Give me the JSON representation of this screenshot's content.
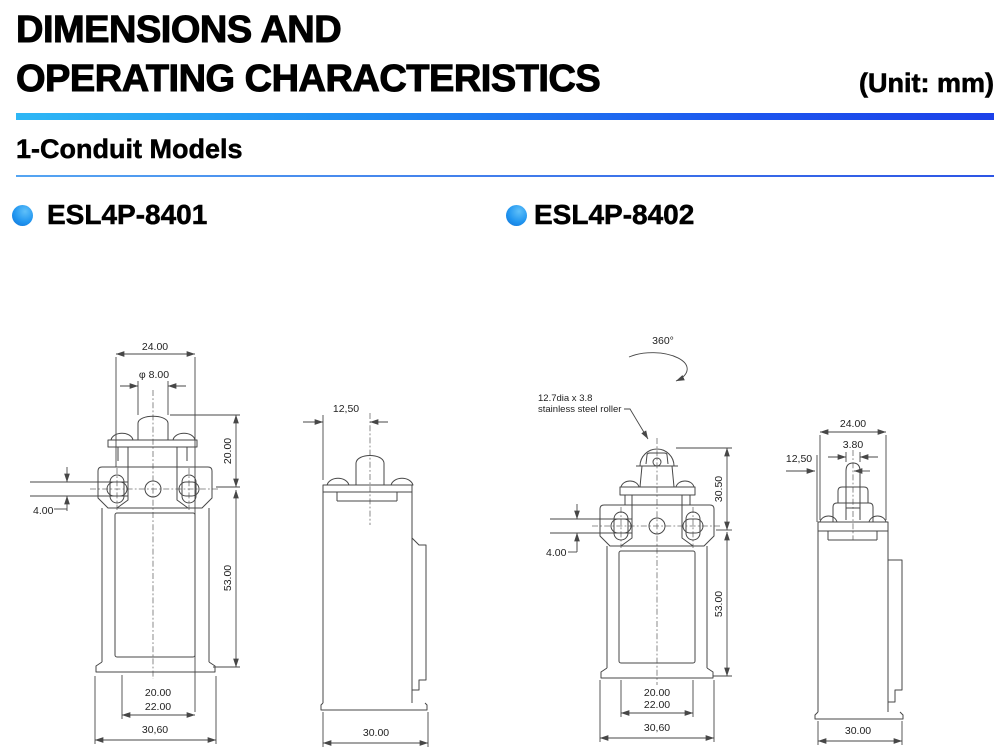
{
  "header": {
    "title_line1": "DIMENSIONS AND",
    "title_line2": "OPERATING CHARACTERISTICS",
    "unit_note": "(Unit: mm)"
  },
  "section": {
    "heading": "1-Conduit Models"
  },
  "models": [
    {
      "name": "ESL4P-8401"
    },
    {
      "name": "ESL4P-8402"
    }
  ],
  "colors": {
    "accent_bar_start": "#2eb7f5",
    "accent_bar_end": "#1c41e9",
    "section_rule_start": "#55a5f2",
    "section_rule_end": "#2d55e5",
    "bullet_blue": "#2196f0",
    "drawing_line": "#474747"
  },
  "drawings": {
    "front_8401": {
      "view": "ESL4P-8401 front view",
      "dim_width": "24.00",
      "dim_plunger_dia": "φ 8.00",
      "dim_head_height": "20.00",
      "dim_body_height": "53.00",
      "dim_slot": "4.00",
      "dim_w1": "20.00",
      "dim_w2": "22.00",
      "dim_base": "30,60"
    },
    "side_8401": {
      "view": "ESL4P-8401 side view",
      "dim_offset": "12,50",
      "dim_depth": "30.00"
    },
    "front_8402": {
      "view": "ESL4P-8402 front view",
      "rotation": "360°",
      "note1": "12.7dia x 3.8",
      "note2": "stainless steel roller",
      "dim_head_height": "30.50",
      "dim_body_height": "53.00",
      "dim_slot": "4.00",
      "dim_w1": "20.00",
      "dim_w2": "22.00",
      "dim_base": "30,60"
    },
    "side_8402": {
      "view": "ESL4P-8402 side view",
      "dim_width": "24.00",
      "dim_roller": "3.80",
      "dim_offset": "12,50",
      "dim_depth": "30.00"
    }
  }
}
